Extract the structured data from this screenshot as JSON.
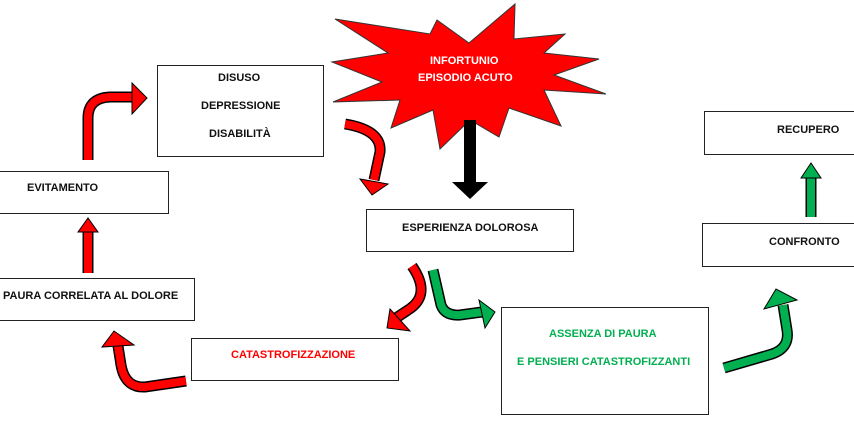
{
  "nodes": {
    "infortunio": [
      "INFORTUNIO",
      "EPISODIO ACUTO"
    ],
    "disuso": [
      "DISUSO",
      "DEPRESSIONE",
      "DISABILITÀ"
    ],
    "evitamento": "EVITAMENTO",
    "paura": "PAURA CORRELATA AL DOLORE",
    "catastrofizzazione": "CATASTROFIZZAZIONE",
    "esperienza": "ESPERIENZA DOLOROSA",
    "assenza": [
      "ASSENZA DI PAURA",
      "E PENSIERI CATASTROFIZZANTI"
    ],
    "confronto": "CONFRONTO",
    "recupero": "RECUPERO"
  },
  "colors": {
    "red": "#ff0000",
    "green": "#00b050",
    "black": "#000000"
  }
}
